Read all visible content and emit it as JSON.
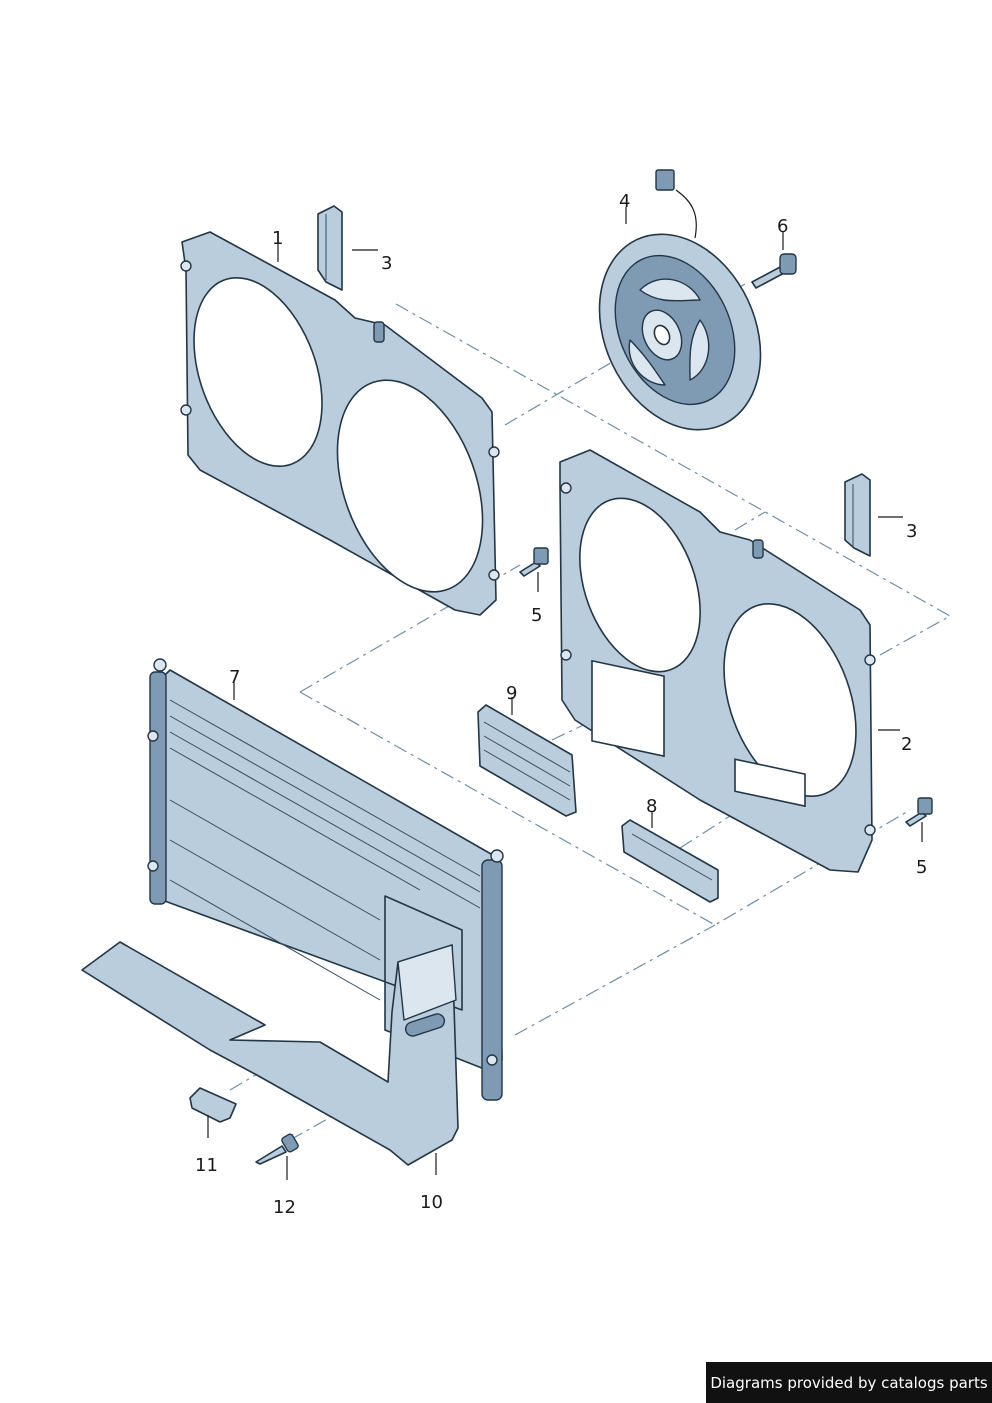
{
  "callouts": {
    "c1": "1",
    "c2": "2",
    "c3a": "3",
    "c3b": "3",
    "c4": "4",
    "c5a": "5",
    "c5b": "5",
    "c6": "6",
    "c7": "7",
    "c8": "8",
    "c9": "9",
    "c10": "10",
    "c11": "11",
    "c12": "12"
  },
  "credit": "Diagrams provided by catalogs parts",
  "colors": {
    "part_fill": "#b9cddc",
    "outline": "#223646",
    "leader_dash": "#6f8ea5",
    "credit_bg": "#111111"
  }
}
